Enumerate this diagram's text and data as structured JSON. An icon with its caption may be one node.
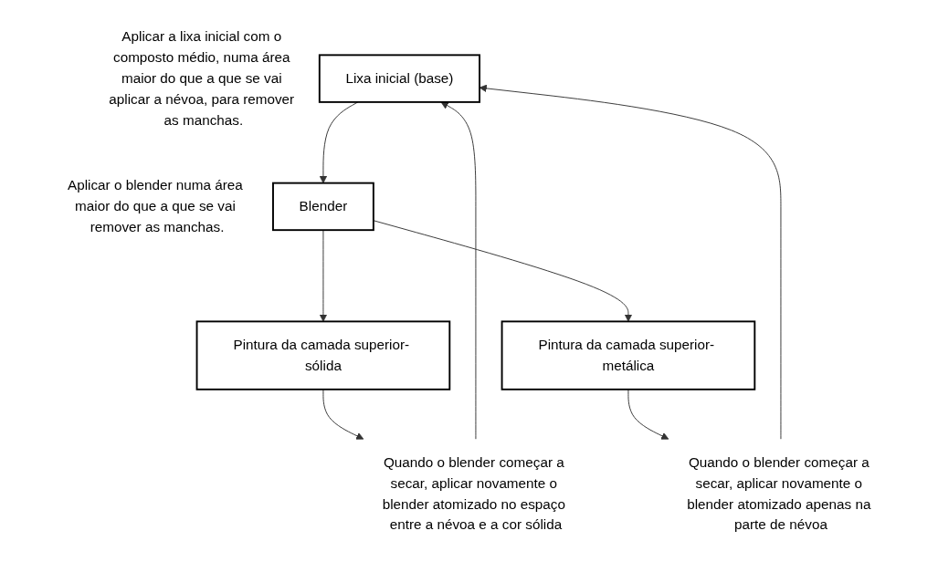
{
  "diagram": {
    "nodes": [
      {
        "text": [
          "Lixa inicial (base)"
        ],
        "beside": [
          "Aplicar a lixa inicial com o composto médio, numa área maior do que a que se vai aplicar a névoa, para remover as manchas."
        ]
      },
      {
        "text": [
          "Blender"
        ],
        "beside": [
          "Aplicar o blender numa área maior do que a que se vai remover as manchas."
        ]
      },
      {
        "text": [
          "Pintura da camada superior- sólida"
        ]
      },
      {
        "text": [
          "Pintura da camada superior- metálica"
        ]
      },
      {
        "text": [
          "Quando o blender começar a secar, aplicar novamente o blender atomizado no espaço entre a névoa e a cor sólida"
        ]
      },
      {
        "text": [
          "Quando o blender começar a secar, aplicar novamente o blender atomizado apenas na parte de névoa"
        ]
      }
    ],
    "edges": [
      {
        "from": 0,
        "to": 1,
        "arrow": "to"
      },
      {
        "from": 1,
        "to": 2,
        "arrow": "to"
      },
      {
        "from": 1,
        "to": 3,
        "arrow": "to"
      },
      {
        "from": 2,
        "to": 4,
        "arrow": "to"
      },
      {
        "from": 3,
        "to": 5,
        "arrow": "to"
      },
      {
        "from": 4,
        "to": 0,
        "arrow": "to"
      },
      {
        "from": 5,
        "to": 0,
        "arrow": "to"
      }
    ]
  }
}
